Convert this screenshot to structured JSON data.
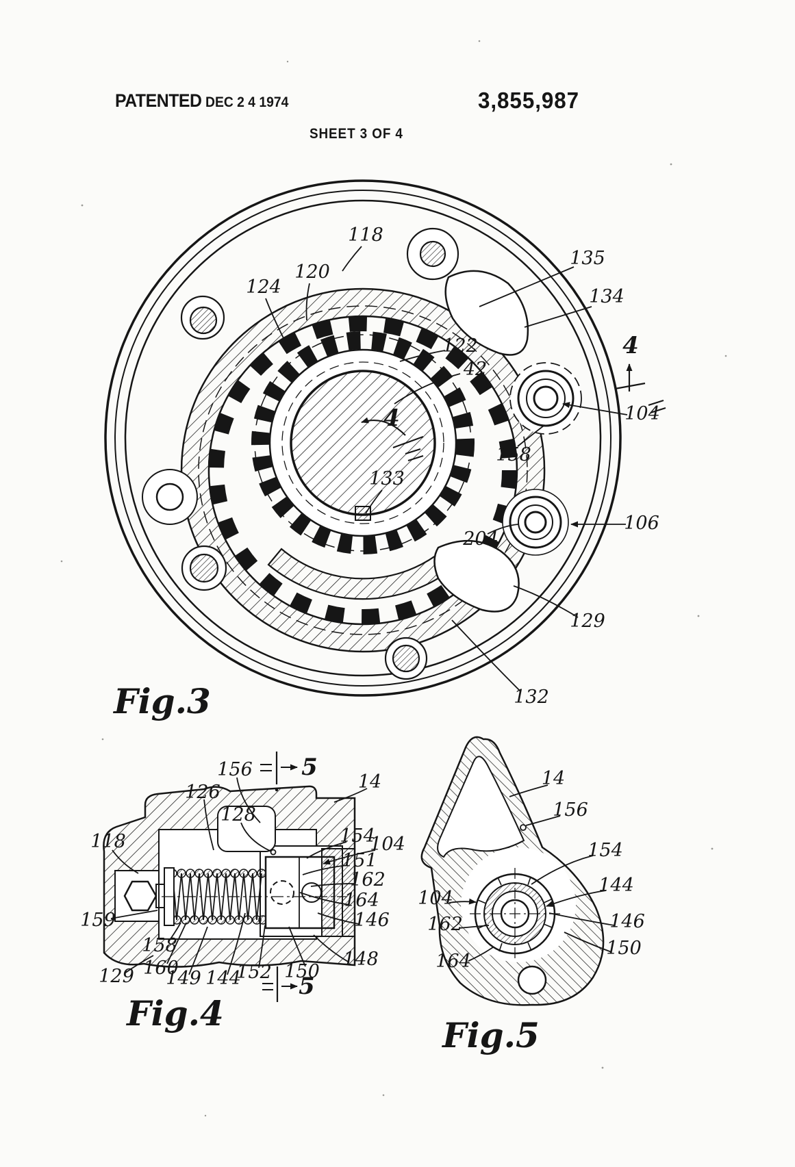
{
  "header": {
    "patented": "PATENTED",
    "date": "DEC 2 4 1974",
    "number": "3,855,987",
    "sheet": "SHEET 3 OF 4"
  },
  "fig3": {
    "caption": "Fig.3",
    "section_marker": "4",
    "labels": [
      "118",
      "120",
      "124",
      "135",
      "134",
      "122",
      "42",
      "104",
      "158",
      "133",
      "204",
      "106",
      "129",
      "132"
    ]
  },
  "fig4": {
    "caption": "Fig.4",
    "section_marker": "5",
    "labels": [
      "156",
      "126",
      "128",
      "14",
      "118",
      "154",
      "104",
      "151",
      "162",
      "164",
      "146",
      "148",
      "159",
      "158",
      "129",
      "160",
      "149",
      "144",
      "152",
      "150"
    ]
  },
  "fig5": {
    "caption": "Fig.5",
    "labels": [
      "14",
      "156",
      "154",
      "144",
      "104",
      "146",
      "150",
      "162",
      "164"
    ]
  }
}
